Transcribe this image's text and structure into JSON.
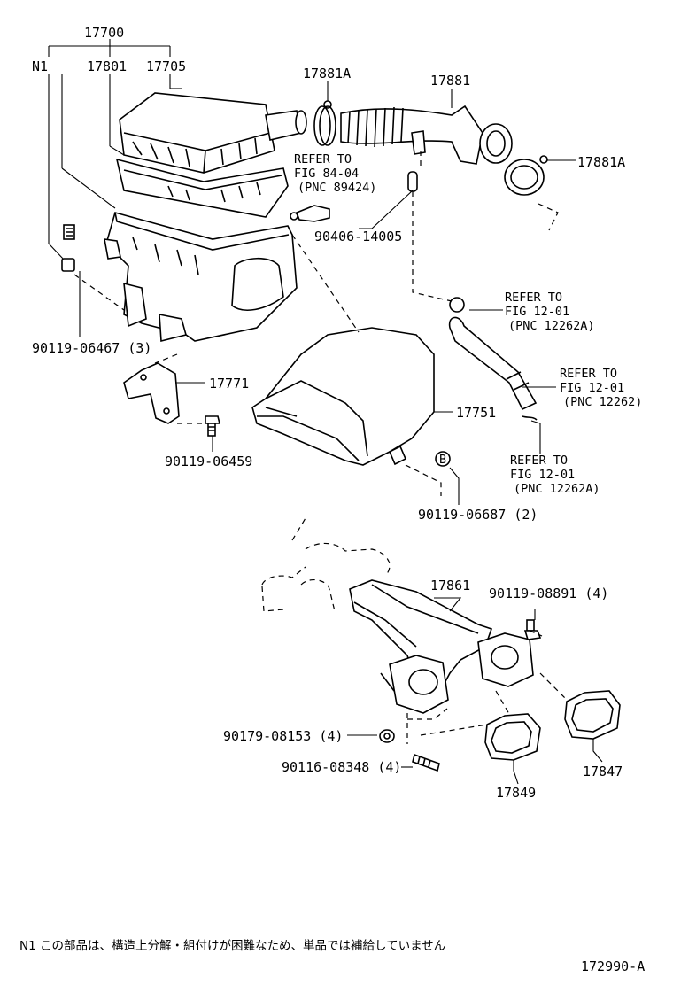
{
  "labels": {
    "p17700": "17700",
    "n1": "N1",
    "p17801": "17801",
    "p17705": "17705",
    "p17881a_top": "17881A",
    "p17881": "17881",
    "p17881a_right": "17881A",
    "refer1_l1": "REFER TO",
    "refer1_l2": "FIG 84-04",
    "refer1_l3": "(PNC 89424)",
    "p90406": "90406-14005",
    "refer2_l1": "REFER TO",
    "refer2_l2": "FIG 12-01",
    "refer2_l3": "(PNC 12262A)",
    "p90119_06467": "90119-06467 (3)",
    "refer3_l1": "REFER TO",
    "refer3_l2": "FIG 12-01",
    "refer3_l3": "(PNC 12262)",
    "p17771": "17771",
    "p17751": "17751",
    "p90119_06459": "90119-06459",
    "refer4_l1": "REFER TO",
    "refer4_l2": "FIG 12-01",
    "refer4_l3": "(PNC 12262A)",
    "circle_b": "B",
    "p90119_06687": "90119-06687 (2)",
    "p17861": "17861",
    "p90119_08891": "90119-08891 (4)",
    "p90179_08153": "90179-08153 (4)",
    "p90116_08348": "90116-08348 (4)",
    "p17847": "17847",
    "p17849": "17849",
    "footnote": "N1  この部品は、構造上分解・組付けが困難なため、単品では補給していません",
    "figure_id": "172990-A"
  }
}
